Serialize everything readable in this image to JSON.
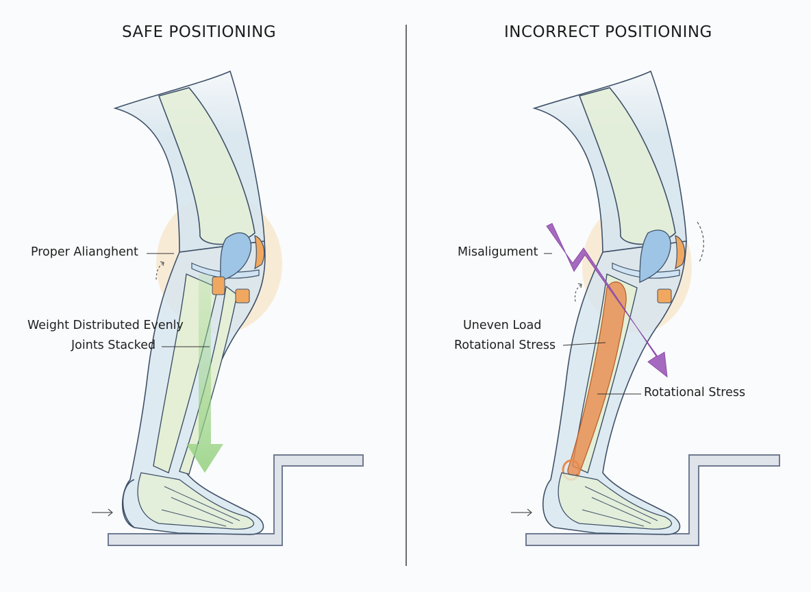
{
  "panels": {
    "left": {
      "title": "SAFE POSITIONING",
      "labels": {
        "alignment": "Proper Alianghent",
        "weight": "Weight Distributed Evenly",
        "joints": "Joints Stacked"
      }
    },
    "right": {
      "title": "INCORRECT POSITIONING",
      "labels": {
        "misalignment": "Misaligument",
        "uneven_load": "Uneven Load",
        "rotational_stress_1": "Rotational Stress",
        "rotational_stress_2": "Rotational Stress"
      }
    }
  },
  "colors": {
    "leg_fill": "#d8e6ee",
    "bone_fill": "#e4efd6",
    "outline": "#3e5068",
    "knee_glow": "#f6d7a8",
    "cartilage_blue": "#9ec5e6",
    "pad_orange": "#f0a860",
    "green_arrow": "#9fd68c",
    "purple_arrow": "#9b5ab8",
    "muscle_orange": "#e88a4e",
    "step": "#9aa6b8"
  }
}
